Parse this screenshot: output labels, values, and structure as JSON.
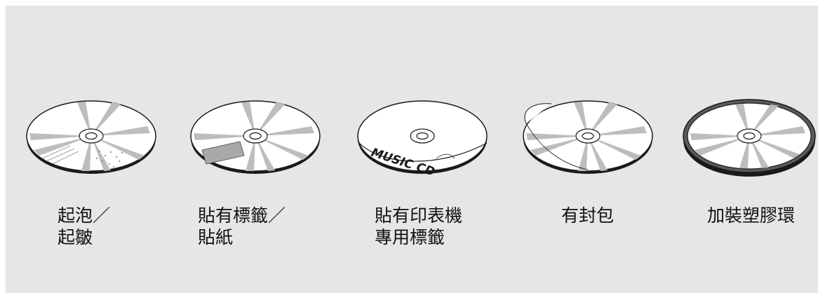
{
  "items": [
    {
      "id": "bubbles",
      "line1": "起泡／",
      "line2": "起皺"
    },
    {
      "id": "sticker",
      "line1": "貼有標籤／",
      "line2": "貼紙"
    },
    {
      "id": "printed-label",
      "line1": "貼有印表機",
      "line2": "專用標籤",
      "disc_text": "MUSIC CD"
    },
    {
      "id": "sealed",
      "line1": "有封包",
      "line2": ""
    },
    {
      "id": "ring",
      "line1": "加裝塑膠環",
      "line2": ""
    }
  ],
  "colors": {
    "panel_background": "#e6e6e6",
    "disc_fill": "#ffffff",
    "disc_stroke": "#1a1a1a",
    "ray_gray": "#bdbdbd",
    "sticker_gray": "#a9a9a9"
  }
}
